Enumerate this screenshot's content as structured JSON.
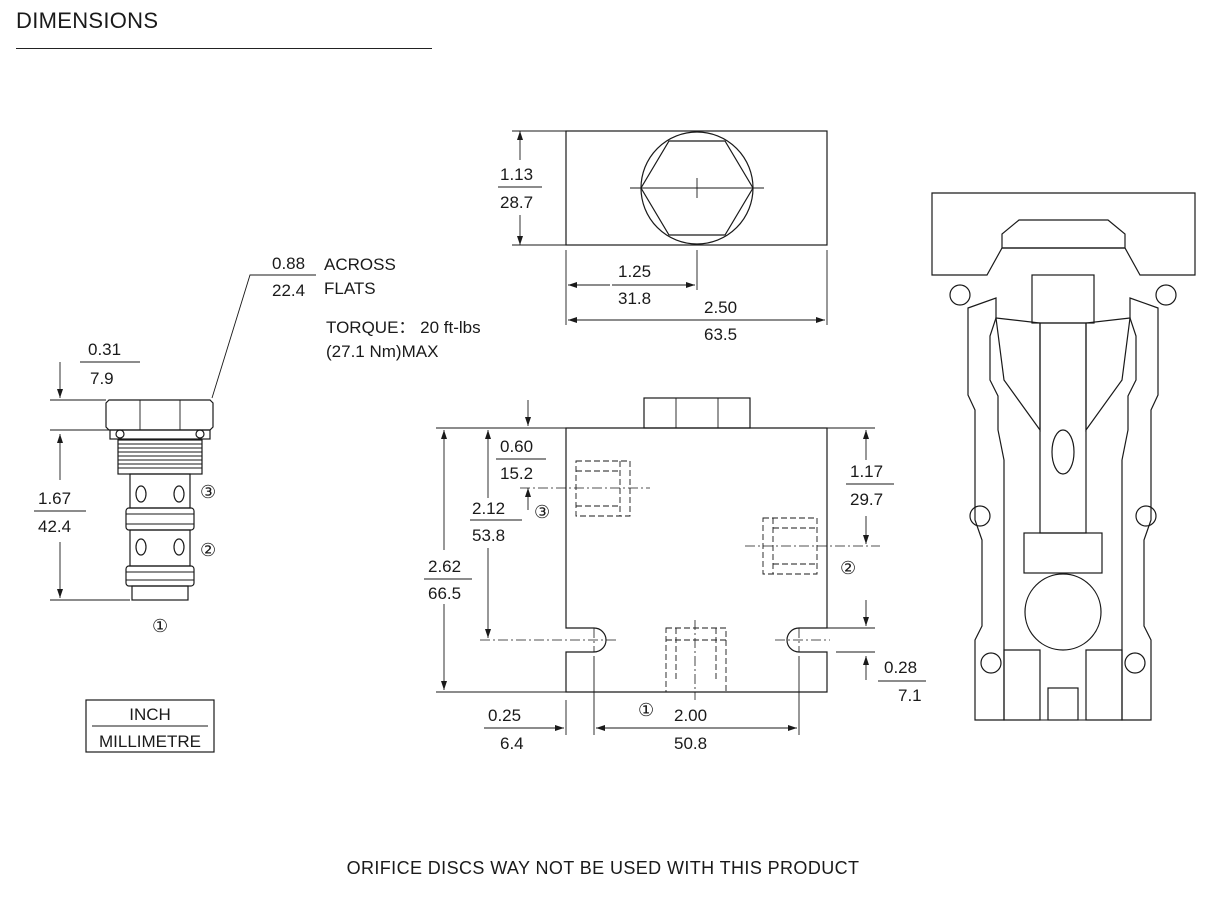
{
  "header": {
    "title": "DIMENSIONS"
  },
  "cartridge": {
    "hex_in": "0.88",
    "hex_mm": "22.4",
    "hex_note_1": "ACROSS",
    "hex_note_2": "FLATS",
    "torque_1": "TORQUE： 20 ft-lbs",
    "torque_2": "(27.1 Nm)MAX",
    "hex_height_in": "0.31",
    "hex_height_mm": "7.9",
    "length_in": "1.67",
    "length_mm": "42.4",
    "port_3": "③",
    "port_2": "②",
    "port_1": "①"
  },
  "top_view": {
    "height_in": "1.13",
    "height_mm": "28.7",
    "center_in": "1.25",
    "center_mm": "31.8",
    "width_in": "2.50",
    "width_mm": "63.5"
  },
  "front_view": {
    "port3_depth_in": "0.60",
    "port3_depth_mm": "15.2",
    "port3_pos_in": "2.12",
    "port3_pos_mm": "53.8",
    "height_in": "2.62",
    "height_mm": "66.5",
    "right_in": "1.17",
    "right_mm": "29.7",
    "slot_in": "0.28",
    "slot_mm": "7.1",
    "edge_in": "0.25",
    "edge_mm": "6.4",
    "mount_in": "2.00",
    "mount_mm": "50.8",
    "port_3": "③",
    "port_2": "②",
    "port_1": "①"
  },
  "legend": {
    "unit_top": "INCH",
    "unit_bottom": "MILLIMETRE"
  },
  "footer": {
    "note": "ORIFICE  DISCS  WAY NOT  BE  USED  WITH  THIS  PRODUCT"
  }
}
